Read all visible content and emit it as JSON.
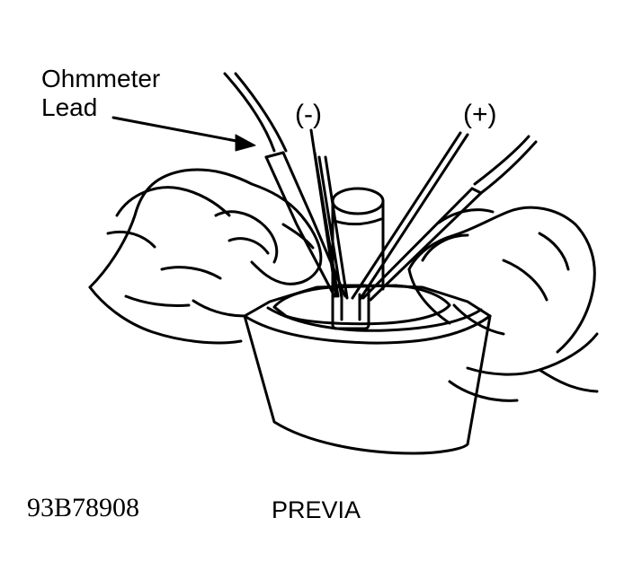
{
  "labels": {
    "lead_line1": "Ohmmeter",
    "lead_line2": "Lead",
    "negative": "(-)",
    "positive": "(+)",
    "figure_code": "93B78908",
    "model": "PREVIA"
  },
  "colors": {
    "ink": "#000000",
    "paper": "#ffffff"
  }
}
